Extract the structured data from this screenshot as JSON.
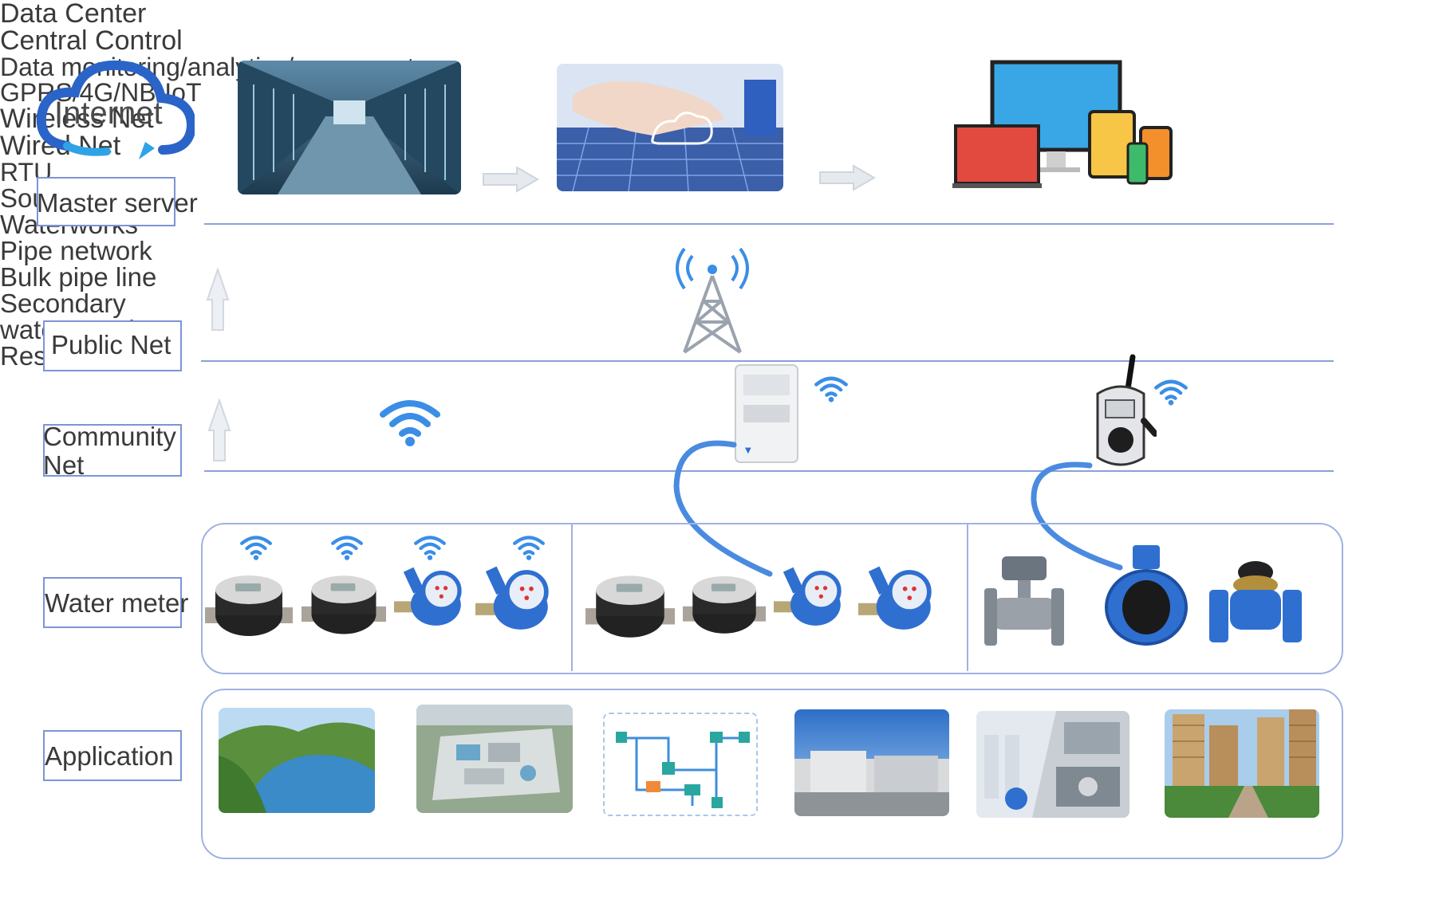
{
  "tiers": {
    "master_server": "Master server",
    "public_net": "Public Net",
    "community_net": "Community Net",
    "water_meter": "Water meter",
    "application": "Application"
  },
  "top": {
    "internet_logo": "Internet",
    "data_center": "Data Center",
    "central_control": "Central Control",
    "monitoring": "Data monitoring/analytics/revenue etc"
  },
  "network": {
    "gprs": "GPRS/4G/NB-IoT",
    "wireless": "Wireless Net",
    "wired": "Wired Net",
    "rtu": "RTU"
  },
  "applications": {
    "source_water": "Source water",
    "waterworks": "Waterworks",
    "pipe_network": "Pipe network",
    "bulk_pipe": "Bulk pipe line",
    "secondary_1": "Secondary",
    "secondary_2": "water supply",
    "residential": "Residential"
  },
  "icons": [
    "cloud-icon",
    "wifi-icon",
    "tower-icon",
    "arrow-right-icon",
    "arrow-up-icon",
    "water-meter-icon",
    "rtu-icon",
    "devices-icon"
  ],
  "colors": {
    "line": "#8aa0d8",
    "wifi": "#3a8ee6",
    "meter_blue": "#2f6fd0",
    "cloud": "#2b64c9"
  }
}
